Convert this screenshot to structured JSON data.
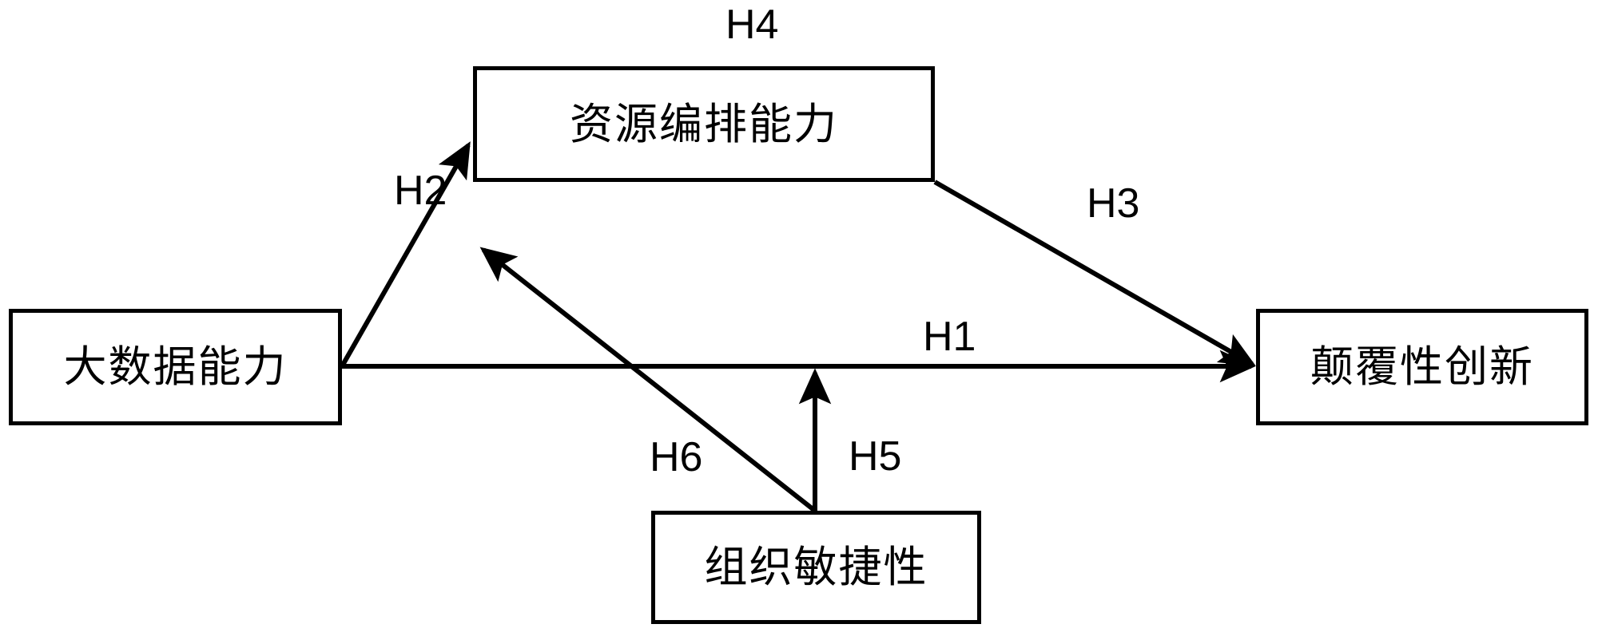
{
  "diagram": {
    "title": "",
    "background_color": "#ffffff",
    "stroke_color": "#000000",
    "nodes": [
      {
        "id": "resource",
        "label": "资源编排能力"
      },
      {
        "id": "bigdata",
        "label": "大数据能力"
      },
      {
        "id": "innovation",
        "label": "颠覆性创新"
      },
      {
        "id": "agility",
        "label": "组织敏捷性"
      }
    ],
    "edges": [
      {
        "id": "h1",
        "label": "H1",
        "from": "bigdata",
        "to": "innovation"
      },
      {
        "id": "h2",
        "label": "H2",
        "from": "bigdata",
        "to": "resource"
      },
      {
        "id": "h3",
        "label": "H3",
        "from": "resource",
        "to": "innovation"
      },
      {
        "id": "h4",
        "label": "H4",
        "from": "bigdata",
        "to": "innovation"
      },
      {
        "id": "h5",
        "label": "H5",
        "from": "agility",
        "to": "h1"
      },
      {
        "id": "h6",
        "label": "H6",
        "from": "agility",
        "to": "h2"
      }
    ]
  }
}
